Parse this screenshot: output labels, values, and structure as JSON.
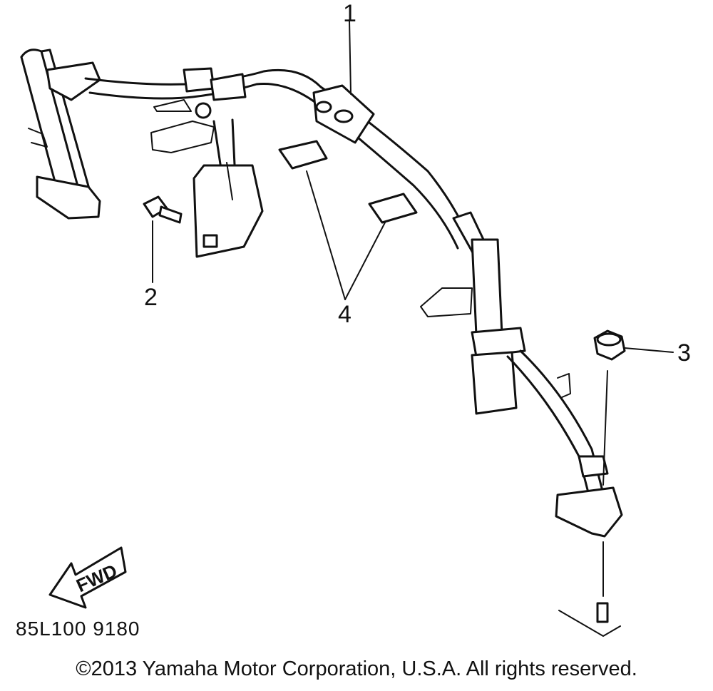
{
  "callouts": {
    "c1": "1",
    "c2": "2",
    "c3": "3",
    "c4": "4"
  },
  "fwd_label": "FWD",
  "diagram_code": "85L100 9180",
  "copyright": "©2013 Yamaha Motor Corporation, U.S.A. All rights reserved.",
  "colors": {
    "line": "#111111",
    "background": "#ffffff"
  },
  "icons": {
    "forward_arrow": "fwd-arrow-icon"
  }
}
